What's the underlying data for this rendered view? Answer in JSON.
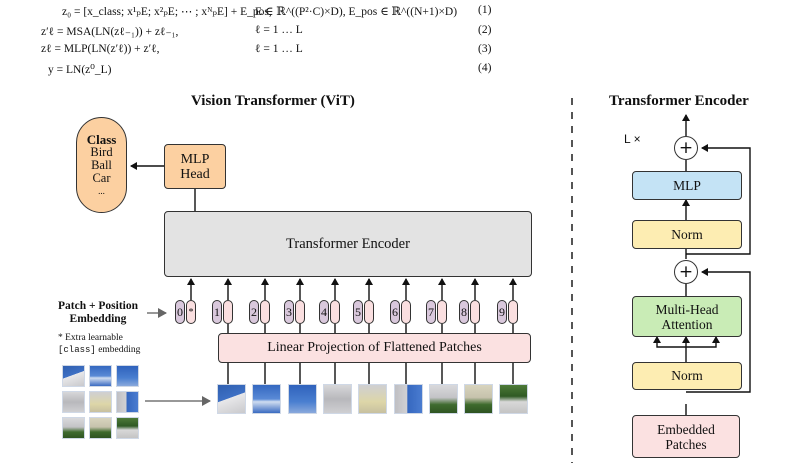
{
  "equations": [
    {
      "lhs": "z₀ = [x",
      "text": "z₀ = [x_class; x¹ₚE; x²ₚE; ⋯ ; xᴺₚE] + E_pos,",
      "cond": "E ∈ ℝ^((P²·C)×D), E_pos ∈ ℝ^((N+1)×D)",
      "num": "(1)"
    },
    {
      "text": "z′ℓ = MSA(LN(zℓ₋₁)) + zℓ₋₁,",
      "cond": "ℓ = 1 … L",
      "num": "(2)"
    },
    {
      "text": "zℓ = MLP(LN(z′ℓ)) + z′ℓ,",
      "cond": "ℓ = 1 … L",
      "num": "(3)"
    },
    {
      "text": "y = LN(z⁰_L)",
      "cond": "",
      "num": "(4)"
    }
  ],
  "vit": {
    "title": "Vision Transformer (ViT)",
    "class_box": {
      "title": "Class",
      "items": [
        "Bird",
        "Ball",
        "Car",
        "..."
      ]
    },
    "mlp_head": {
      "line1": "MLP",
      "line2": "Head"
    },
    "encoder_label": "Transformer Encoder",
    "patch_pos_label_line1": "Patch + Position",
    "patch_pos_label_line2": "Embedding",
    "note_line1": "* Extra learnable",
    "note_line2_code": "[class]",
    "note_line2_rest": " embedding",
    "tokens": [
      {
        "index": "0",
        "pos": "*"
      },
      {
        "index": "1",
        "pos": ""
      },
      {
        "index": "2",
        "pos": ""
      },
      {
        "index": "3",
        "pos": ""
      },
      {
        "index": "4",
        "pos": ""
      },
      {
        "index": "5",
        "pos": ""
      },
      {
        "index": "6",
        "pos": ""
      },
      {
        "index": "7",
        "pos": ""
      },
      {
        "index": "8",
        "pos": ""
      },
      {
        "index": "9",
        "pos": ""
      }
    ],
    "linear_projection_label": "Linear Projection of Flattened Patches",
    "patch_count": 9
  },
  "encoder_detail": {
    "title": "Transformer Encoder",
    "repeat_label": "L ×",
    "plus_symbol": "+",
    "mlp_label": "MLP",
    "norm_label": "Norm",
    "mha_line1": "Multi-Head",
    "mha_line2": "Attention",
    "embedded_line1": "Embedded",
    "embedded_line2": "Patches"
  },
  "colors": {
    "orange": "#fcd0a1",
    "encoder_gray": "#e3e3e3",
    "pink": "#fbe1e1",
    "purple": "#d9c8dc",
    "mlp_blue": "#c4e3f5",
    "norm_yellow": "#fdedb2",
    "mha_green": "#c9ecb6"
  }
}
